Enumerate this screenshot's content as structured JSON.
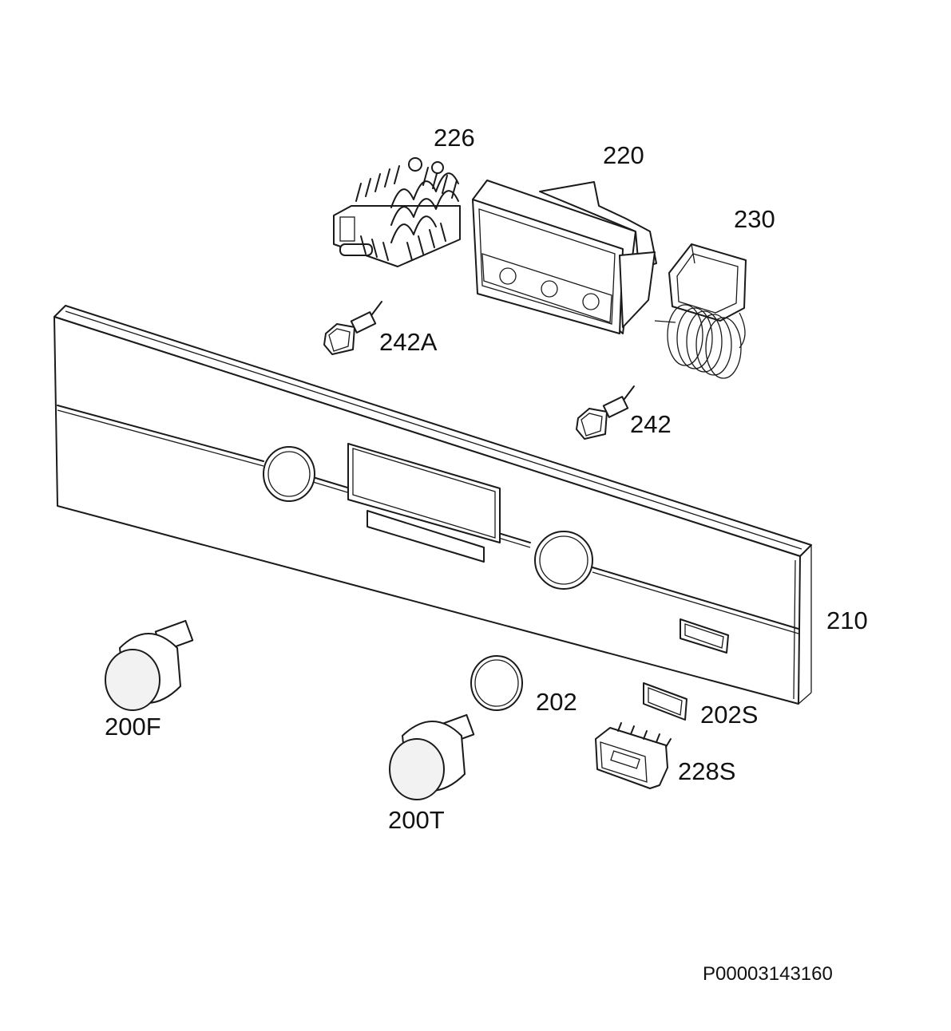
{
  "diagram": {
    "document_id": "P00003143160",
    "parts": [
      {
        "ref": "226"
      },
      {
        "ref": "220"
      },
      {
        "ref": "230"
      },
      {
        "ref": "242A"
      },
      {
        "ref": "242"
      },
      {
        "ref": "210"
      },
      {
        "ref": "200F"
      },
      {
        "ref": "202"
      },
      {
        "ref": "202S"
      },
      {
        "ref": "228S"
      },
      {
        "ref": "200T"
      }
    ]
  }
}
